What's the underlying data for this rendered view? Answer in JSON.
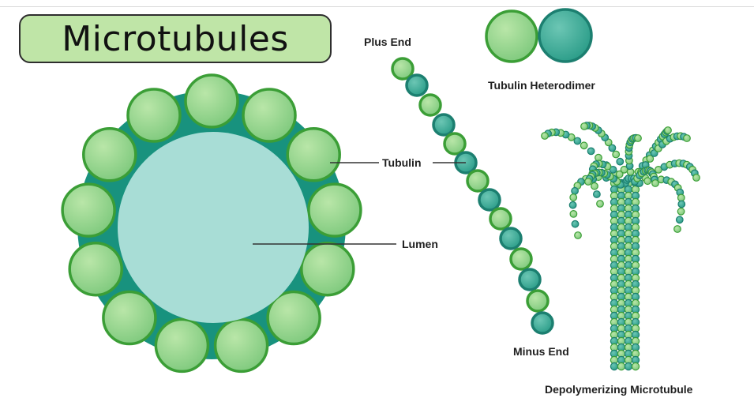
{
  "title": "Microtubules",
  "labels": {
    "plus_end": "Plus End",
    "minus_end": "Minus End",
    "tubulin": "Tubulin",
    "lumen": "Lumen",
    "heterodimer": "Tubulin Heterodimer",
    "depolymerizing": "Depolymerizing Microtubule"
  },
  "colors": {
    "alpha_tubulin": "#8fd18a",
    "beta_tubulin": "#3aa896",
    "wall": "#18927e",
    "lumen": "#a8ddd6",
    "title_bg": "#bfe5a7"
  }
}
